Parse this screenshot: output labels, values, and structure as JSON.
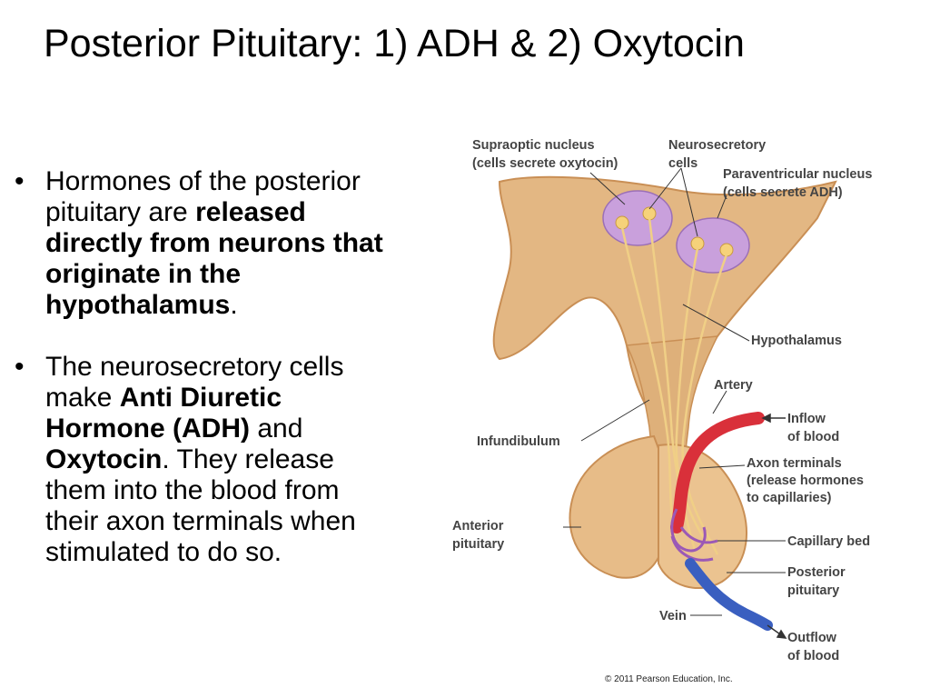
{
  "slide": {
    "title": "Posterior Pituitary: 1) ADH & 2) Oxytocin",
    "bullets": [
      {
        "parts": [
          {
            "text": "Hormones of the posterior pituitary are ",
            "bold": false
          },
          {
            "text": "released directly from neurons that originate in the hypothalamus",
            "bold": true
          },
          {
            "text": ".",
            "bold": false
          }
        ]
      },
      {
        "parts": [
          {
            "text": "The neurosecretory cells make ",
            "bold": false
          },
          {
            "text": "Anti Diuretic Hormone (ADH)",
            "bold": true
          },
          {
            "text": " and ",
            "bold": false
          },
          {
            "text": "Oxytocin",
            "bold": true
          },
          {
            "text": ". They release them into the blood from their axon terminals when stimulated to do so.",
            "bold": false
          }
        ]
      }
    ]
  },
  "figure": {
    "labels": {
      "supraoptic_1": "Supraoptic nucleus",
      "supraoptic_2": "(cells secrete oxytocin)",
      "neurosecretory_1": "Neurosecretory",
      "neurosecretory_2": "cells",
      "paraventricular_1": "Paraventricular nucleus",
      "paraventricular_2": "(cells secrete ADH)",
      "hypothalamus": "Hypothalamus",
      "artery": "Artery",
      "inflow_1": "Inflow",
      "inflow_2": "of blood",
      "infundibulum": "Infundibulum",
      "axon_1": "Axon terminals",
      "axon_2": "(release hormones",
      "axon_3": "to capillaries)",
      "anterior_1": "Anterior",
      "anterior_2": "pituitary",
      "capillary": "Capillary bed",
      "posterior_1": "Posterior",
      "posterior_2": "pituitary",
      "vein": "Vein",
      "outflow_1": "Outflow",
      "outflow_2": "of blood",
      "copyright": "© 2011 Pearson Education, Inc."
    },
    "colors": {
      "tissue": "#e3b783",
      "tissue_dark": "#c98f55",
      "nucleus": "#c9a0dc",
      "artery": "#d9303a",
      "vein": "#3a5fc0",
      "capillary": "#9b59b6",
      "axon": "#f5d58a"
    }
  }
}
